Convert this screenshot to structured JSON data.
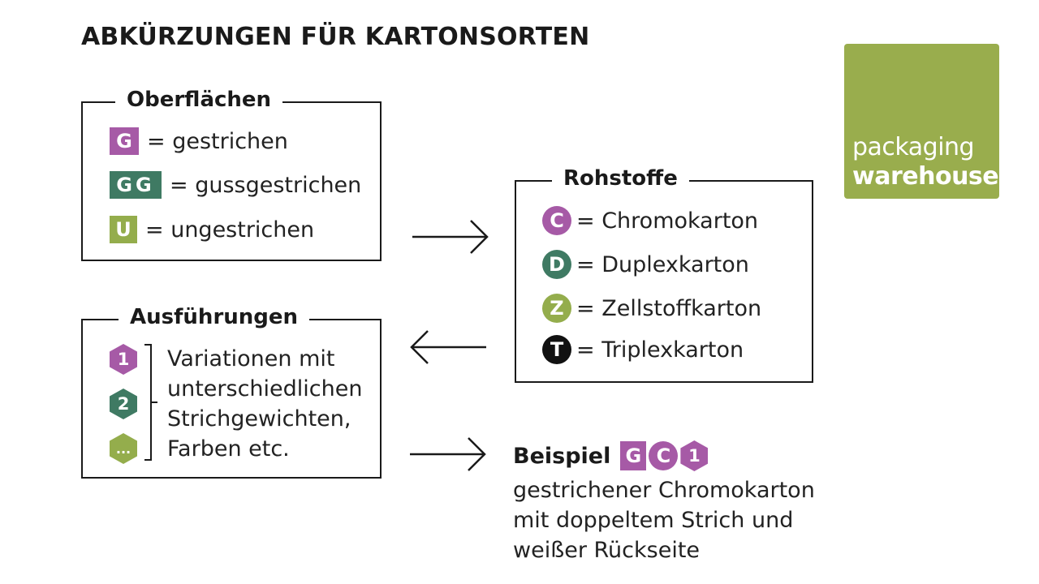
{
  "title": "ABKÜRZUNGEN FÜR KARTONSORTEN",
  "logo": {
    "line1": "packaging",
    "line2": "warehouse",
    "color": "#99ad4d"
  },
  "oberflaechen": {
    "title": "Oberflächen",
    "items": [
      {
        "badge": "G",
        "label": "= gestrichen",
        "color": "#a65aa6"
      },
      {
        "badge": "GG",
        "label": "= gussgestrichen",
        "color": "#3f7a63"
      },
      {
        "badge": "U",
        "label": "= ungestrichen",
        "color": "#94ad4c"
      }
    ]
  },
  "rohstoffe": {
    "title": "Rohstoffe",
    "items": [
      {
        "badge": "C",
        "label": "= Chromokarton",
        "color": "#a65aa6"
      },
      {
        "badge": "D",
        "label": "= Duplexkarton",
        "color": "#3f7a63"
      },
      {
        "badge": "Z",
        "label": "= Zellstoffkarton",
        "color": "#94ad4c"
      },
      {
        "badge": "T",
        "label": "= Triplexkarton",
        "color": "#111111"
      }
    ]
  },
  "ausfuehrungen": {
    "title": "Ausführungen",
    "badges": [
      "1",
      "2",
      "..."
    ],
    "description": [
      "Variationen mit",
      "unterschiedlichen",
      "Strichgewichten,",
      "Farben etc."
    ]
  },
  "beispiel": {
    "title": "Beispiel",
    "badges": [
      "G",
      "C",
      "1"
    ],
    "description": [
      "gestrichener Chromokarton",
      "mit doppeltem Strich und",
      "weißer Rückseite"
    ]
  }
}
